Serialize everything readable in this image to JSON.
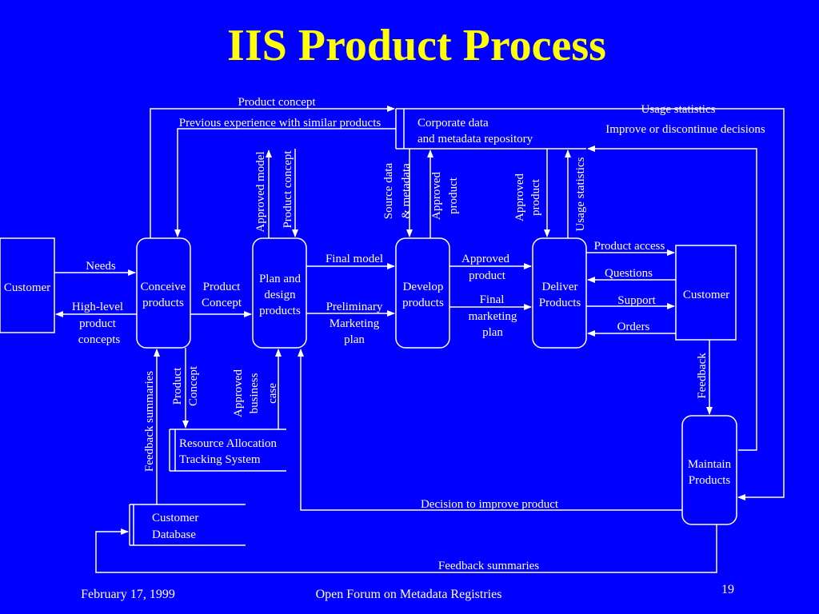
{
  "title": "IIS Product Process",
  "footer": {
    "date": "February 17, 1999",
    "event": "Open Forum on Metadata Registries",
    "page": "19"
  },
  "colors": {
    "background": "#0000ff",
    "title": "#ffff00",
    "lines": "#ffffff"
  },
  "entities": {
    "customer_left": "Customer",
    "customer_right": "Customer"
  },
  "processes": {
    "conceive": [
      "Conceive",
      "products"
    ],
    "plan": [
      "Plan and",
      "design",
      "products"
    ],
    "develop": [
      "Develop",
      "products"
    ],
    "deliver": [
      "Deliver",
      "Products"
    ],
    "maintain": [
      "Maintain",
      "Products"
    ]
  },
  "stores": {
    "corporate": [
      "Corporate data",
      "and metadata repository"
    ],
    "resource": [
      "Resource Allocation",
      "Tracking System"
    ],
    "customer_db": [
      "Customer",
      "Database"
    ]
  },
  "flows": {
    "product_concept_top": "Product concept",
    "previous_experience": "Previous experience with similar products",
    "usage_statistics_top": "Usage statistics",
    "improve_discontinue": "Improve or discontinue decisions",
    "approved_model": "Approved model",
    "product_concept_v": "Product concept",
    "source_data": [
      "Source data",
      "& metadata"
    ],
    "approved_product_v1": [
      "Approved",
      "product"
    ],
    "approved_product_v2": [
      "Approved",
      "product"
    ],
    "usage_statistics_v": "Usage statistics",
    "needs": "Needs",
    "high_level": [
      "High-level",
      "product",
      "concepts"
    ],
    "product_concept_h": [
      "Product",
      "Concept"
    ],
    "final_model": "Final model",
    "preliminary": [
      "Preliminary",
      "Marketing",
      "plan"
    ],
    "approved_product_h": [
      "Approved",
      "product"
    ],
    "final_marketing": [
      "Final",
      "marketing",
      "plan"
    ],
    "product_access": "Product access",
    "questions": "Questions",
    "support": "Support",
    "orders": "Orders",
    "feedback": "Feedback",
    "feedback_summaries_v": "Feedback summaries",
    "product_concept_down": [
      "Product",
      "Concept"
    ],
    "approved_business_case": [
      "Approved",
      "business",
      "case"
    ],
    "decision_improve": "Decision to improve product",
    "feedback_summaries_bottom": "Feedback summaries"
  }
}
